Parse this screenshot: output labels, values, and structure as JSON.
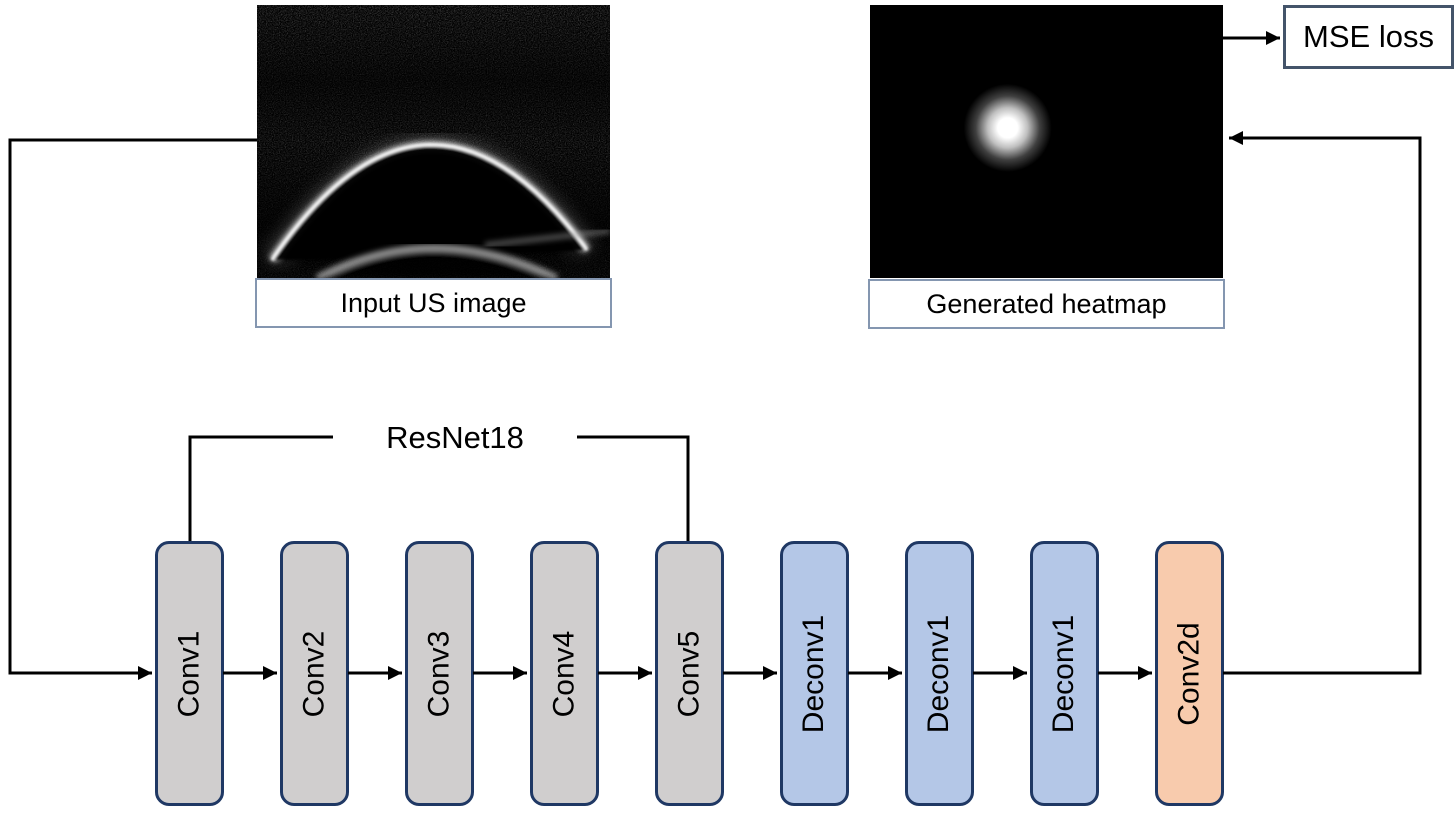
{
  "panels": {
    "input_image": {
      "label": "Input US image"
    },
    "heatmap": {
      "label": "Generated heatmap"
    },
    "mse": {
      "label": "MSE loss"
    }
  },
  "network": {
    "group_label": "ResNet18",
    "blocks": [
      {
        "label": "Conv1",
        "type": "conv"
      },
      {
        "label": "Conv2",
        "type": "conv"
      },
      {
        "label": "Conv3",
        "type": "conv"
      },
      {
        "label": "Conv4",
        "type": "conv"
      },
      {
        "label": "Conv5",
        "type": "conv"
      },
      {
        "label": "Deconv1",
        "type": "deconv"
      },
      {
        "label": "Deconv1",
        "type": "deconv"
      },
      {
        "label": "Deconv1",
        "type": "deconv"
      },
      {
        "label": "Conv2d",
        "type": "output"
      }
    ]
  },
  "colors": {
    "conv_fill": "#d0cece",
    "deconv_fill": "#b4c7e7",
    "output_fill": "#f8cbad",
    "block_border": "#1f3864",
    "arrow": "#000000",
    "caption_border": "#8496b0",
    "mse_border": "#44546a"
  }
}
